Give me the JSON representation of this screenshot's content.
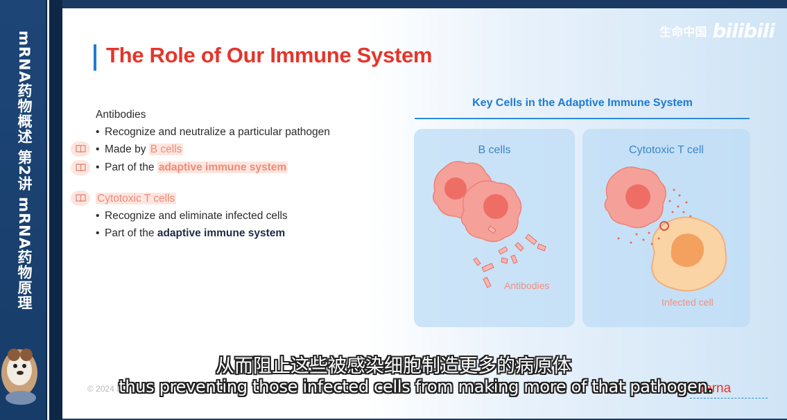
{
  "sidebar": {
    "vertical_title": "mRNA药物概述 第2讲 mRNA药物原理"
  },
  "watermark": {
    "channel": "生命中国",
    "logo": "bilibili"
  },
  "slide": {
    "title": "The Role of Our Immune System",
    "antibodies": {
      "heading": "Antibodies",
      "b1": "Recognize and neutralize a particular pathogen",
      "b2_prefix": "Made by ",
      "b2_highlight": "B cells",
      "b3_prefix": "Part of the ",
      "b3_highlight": "adaptive immune system"
    },
    "tcells": {
      "heading": "Cytotoxic T cells",
      "b1": "Recognize and eliminate infected cells",
      "b2_prefix": "Part of the ",
      "b2_bold": "adaptive immune system"
    },
    "diagram": {
      "title": "Key Cells in the Adaptive Immune System",
      "panel_b_label": "B cells",
      "antibodies_label": "Antibodies",
      "panel_t_label": "Cytotoxic T cell",
      "infected_label": "Infected cell"
    },
    "footer": "© 2024 M",
    "brand": "oderna"
  },
  "subtitles": {
    "zh": "从而阻止这些被感染细胞制造更多的病原体",
    "en": "thus preventing those infected cells from making more of that pathogen."
  },
  "colors": {
    "title_red": "#e5352b",
    "accent_blue": "#1f7bd1",
    "highlight_salmon": "#f08a78",
    "sidebar_navy": "#1d4677"
  }
}
